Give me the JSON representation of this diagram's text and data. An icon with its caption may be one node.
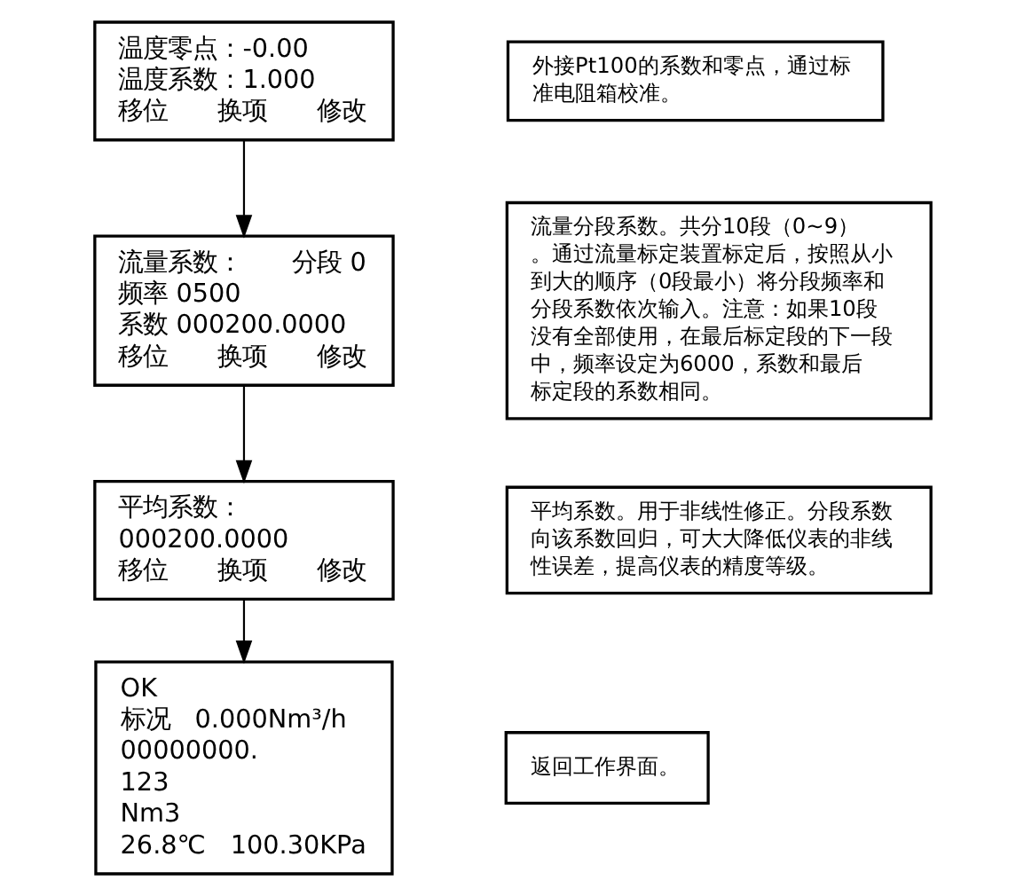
{
  "diagram": {
    "nodes": [
      {
        "text": [
          "温度零点：-0.00",
          "温度系数：1.000",
          "移位　　换项　　修改"
        ]
      },
      {
        "text": [
          "流量系数：　　分段 0",
          "频率 0500",
          "系数 000200.0000",
          "移位　　换项　　修改"
        ]
      },
      {
        "text": [
          "平均系数：",
          "000200.0000",
          "移位　　换项　　修改"
        ]
      },
      {
        "text": [
          "OK",
          "标况　0.000Nm³/h",
          "00000000.",
          "123",
          "Nm3",
          "26.8℃　100.30KPa"
        ]
      },
      {
        "text": [
          "外接Pt100的系数和零点，通过标准电阻箱校准。"
        ]
      },
      {
        "text": [
          "流量分段系数。共分10段（0~9）。通过流量标定装置标定后，按照从小到大的顺序（0段最小）将分段频率和分段系数依次输入。注意：如果10段没有全部使用，在最后标定段的下一段中，频率设定为6000，系数和最后标定段的系数相同。"
        ]
      },
      {
        "text": [
          "平均系数。用于非线性修正。分段系数向该系数回归，可大大降低仪表的非线性误差，提高仪表的精度等级。"
        ]
      },
      {
        "text": [
          "返回工作界面。"
        ]
      }
    ],
    "edges": [
      {
        "from": 0,
        "to": 1,
        "arrow": "to"
      },
      {
        "from": 1,
        "to": 2,
        "arrow": "to"
      },
      {
        "from": 2,
        "to": 3,
        "arrow": "to"
      }
    ]
  }
}
